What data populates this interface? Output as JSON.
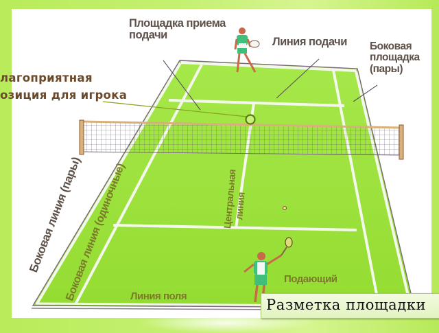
{
  "slide": {
    "background_color": "#c4f070",
    "caption": "Разметка площадки",
    "note_lines": [
      "лагоприятная",
      "озиция для игрока"
    ]
  },
  "diagram": {
    "labels": {
      "receiving_area_line1": "Площадка приема",
      "receiving_area_line2": "подачи",
      "service_line": "Линия подачи",
      "doubles_alley_line1": "Боковая",
      "doubles_alley_line2": "площадка",
      "doubles_alley_line3": "(пары)",
      "doubles_sideline": "Боковая линия (пары)",
      "singles_sideline": "Боковая линия (одиночные)",
      "center_line_1": "Центральная",
      "center_line_2": "линия",
      "server": "Подающий",
      "baseline": "Линия поля"
    },
    "colors": {
      "court_green": "#9be23c",
      "court_green_light": "#c4f06a",
      "line_white": "#f4f8ec",
      "net_frame": "#c89a6a",
      "net_mesh": "#6b5a72",
      "label_gray": "#5e5149",
      "label_olive": "#6b6436",
      "marker": "#5a7a10"
    }
  }
}
